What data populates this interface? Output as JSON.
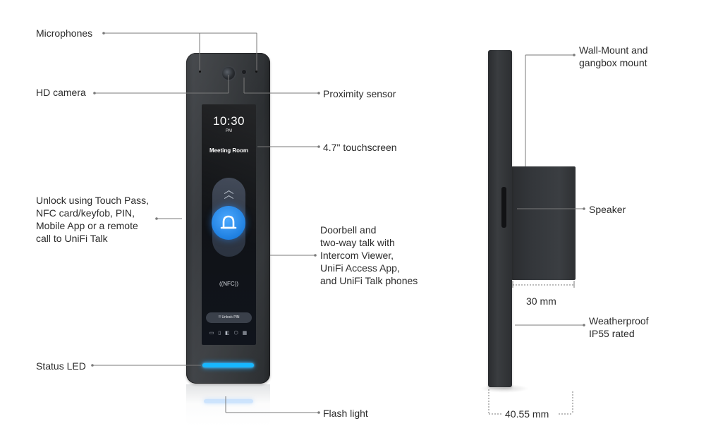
{
  "labels": {
    "microphones": "Microphones",
    "hd_camera": "HD camera",
    "proximity_sensor": "Proximity sensor",
    "touchscreen": "4.7\" touchscreen",
    "unlock_methods": [
      "Unlock using Touch Pass,",
      "NFC card/keyfob, PIN,",
      "Mobile App or a remote",
      "call to UniFi Talk"
    ],
    "doorbell": [
      "Doorbell and",
      "two-way talk with",
      "Intercom Viewer,",
      "UniFi Access  App,",
      "and UniFi Talk phones"
    ],
    "status_led": "Status LED",
    "flash_light": "Flash light",
    "wall_mount": [
      "Wall-Mount and",
      "gangbox mount"
    ],
    "speaker": "Speaker",
    "depth": "30 mm",
    "weatherproof": [
      "Weatherproof",
      "IP55 rated"
    ],
    "width": "40.55 mm"
  },
  "screen": {
    "time": "10:30",
    "ampm": "PM",
    "room": "Meeting Room",
    "nfc": "((NFC))",
    "unlock_pin": "⠿ Unlock PIN",
    "bottom_icons": "▭ ▯ ◧ ⬡ ▦"
  },
  "colors": {
    "device_body": "#34373a",
    "led": "#17b7ff",
    "bell_button": "#1e7fe0",
    "leader_line": "#7a7a7a"
  },
  "icons": {
    "camera": "camera-lens-icon",
    "bell": "bell-icon",
    "chevrons": "chevron-up-icon",
    "nfc": "nfc-icon"
  }
}
